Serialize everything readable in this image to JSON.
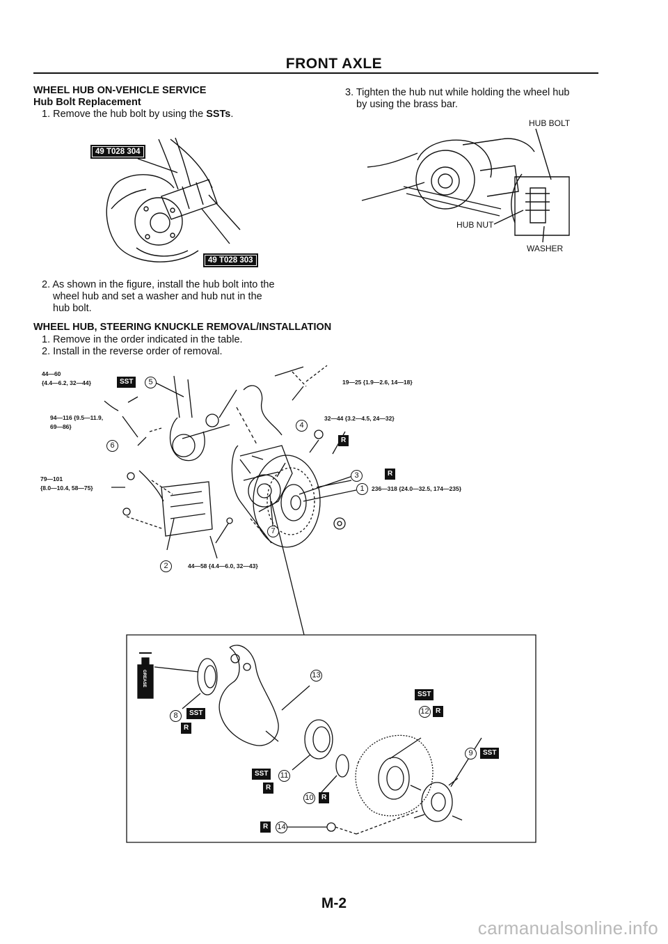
{
  "page": {
    "title": "FRONT AXLE",
    "page_number": "M-2",
    "watermark": "carmanualsonline.info"
  },
  "section1": {
    "heading": "WHEEL HUB ON-VEHICLE SERVICE",
    "subheading": "Hub Bolt Replacement",
    "step1": "1. Remove the hub bolt by using the ",
    "step1_bold": "SSTs",
    "step1_end": ".",
    "sst_a": "49 T028 304",
    "sst_b": "49 T028 303",
    "step2_line1": "2. As shown in the figure, install the hub bolt into the",
    "step2_line2": "wheel hub and set a washer and hub nut in the",
    "step2_line3": "hub bolt.",
    "step3_line1": "3. Tighten the hub nut while holding the wheel hub",
    "step3_line2": "by using the brass bar.",
    "label_hub_bolt": "HUB BOLT",
    "label_hub_nut": "HUB NUT",
    "label_washer": "WASHER"
  },
  "section2": {
    "heading": "WHEEL HUB, STEERING KNUCKLE REMOVAL/INSTALLATION",
    "step1": "1. Remove in the order indicated in the table.",
    "step2": "2. Install in the reverse order of removal."
  },
  "torques": {
    "t5_line1": "44—60",
    "t5_line2": "{4.4—6.2, 32—44}",
    "t6_line1": "94—116 {9.5—11.9,",
    "t6_line2": "69—86}",
    "t_caliper_line1": "79—101",
    "t_caliper_line2": "{8.0—10.4, 58—75}",
    "t_top": "19—25 {1.9—2.6, 14—18}",
    "t4": "32—44 {3.2—4.5, 24—32}",
    "t1": "236—318 {24.0—32.5, 174—235}",
    "t2": "44—58 {4.4—6.0, 32—43}"
  },
  "callouts": {
    "n1": "1",
    "n2": "2",
    "n3": "3",
    "n4": "4",
    "n5": "5",
    "n6": "6",
    "n7": "7",
    "n8": "8",
    "n9": "9",
    "n10": "10",
    "n11": "11",
    "n12": "12",
    "n13": "13",
    "n14": "14"
  },
  "tags": {
    "sst": "SST",
    "r": "R",
    "grease": "GREASE"
  }
}
